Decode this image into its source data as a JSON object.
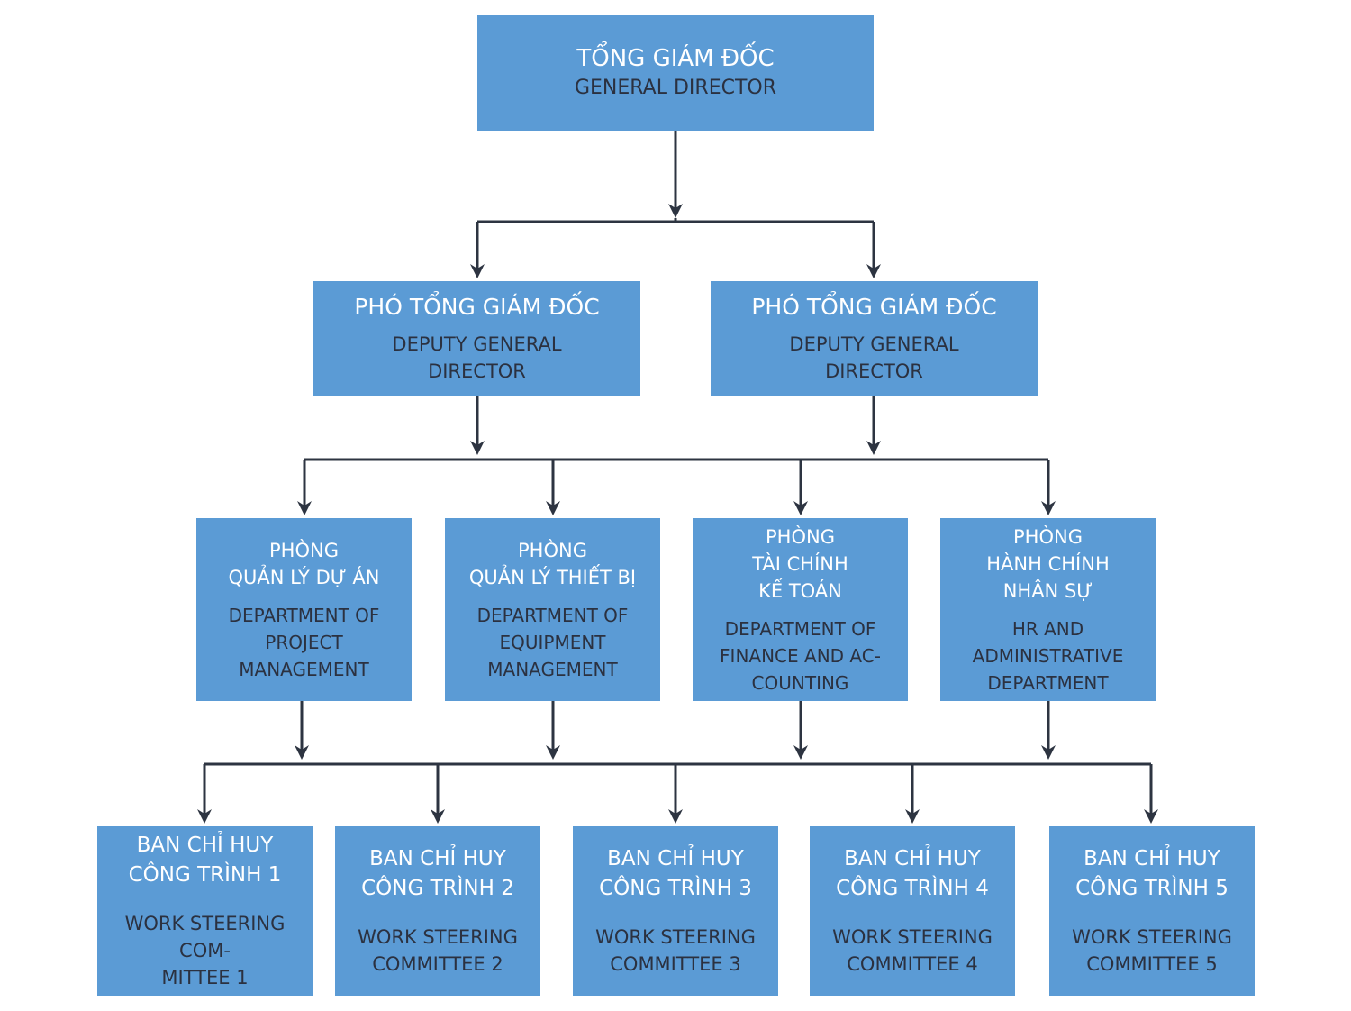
{
  "colors": {
    "box": "#5b9bd5",
    "connector": "#2d3441",
    "vn_text": "#ffffff",
    "en_text": "#2b3140"
  },
  "general_director": {
    "vn": "TỔNG GIÁM ĐỐC",
    "en": "GENERAL DIRECTOR"
  },
  "deputies": [
    {
      "vn": "PHÓ TỔNG GIÁM ĐỐC",
      "en": "DEPUTY GENERAL\nDIRECTOR"
    },
    {
      "vn": "PHÓ TỔNG GIÁM ĐỐC",
      "en": "DEPUTY GENERAL\nDIRECTOR"
    }
  ],
  "departments": [
    {
      "vn": "PHÒNG\nQUẢN LÝ DỰ ÁN",
      "en": "DEPARTMENT OF\nPROJECT\nMANAGEMENT"
    },
    {
      "vn": "PHÒNG\nQUẢN LÝ THIẾT BỊ",
      "en": "DEPARTMENT OF\nEQUIPMENT\nMANAGEMENT"
    },
    {
      "vn": "PHÒNG\nTÀI CHÍNH\nKẾ TOÁN",
      "en": "DEPARTMENT OF\nFINANCE AND AC-\nCOUNTING"
    },
    {
      "vn": "PHÒNG\nHÀNH CHÍNH\nNHÂN SỰ",
      "en": "HR AND\nADMINISTRATIVE\nDEPARTMENT"
    }
  ],
  "committees": [
    {
      "vn": "BAN CHỈ HUY\nCÔNG TRÌNH 1",
      "en": "WORK STEERING COM-\nMITTEE 1"
    },
    {
      "vn": "BAN CHỈ HUY\nCÔNG TRÌNH 2",
      "en": "WORK STEERING\nCOMMITTEE 2"
    },
    {
      "vn": "BAN CHỈ HUY\nCÔNG TRÌNH 3",
      "en": "WORK STEERING\nCOMMITTEE 3"
    },
    {
      "vn": "BAN CHỈ HUY\nCÔNG TRÌNH 4",
      "en": "WORK STEERING\nCOMMITTEE 4"
    },
    {
      "vn": "BAN CHỈ HUY\nCÔNG TRÌNH 5",
      "en": "WORK STEERING\nCOMMITTEE 5"
    }
  ]
}
